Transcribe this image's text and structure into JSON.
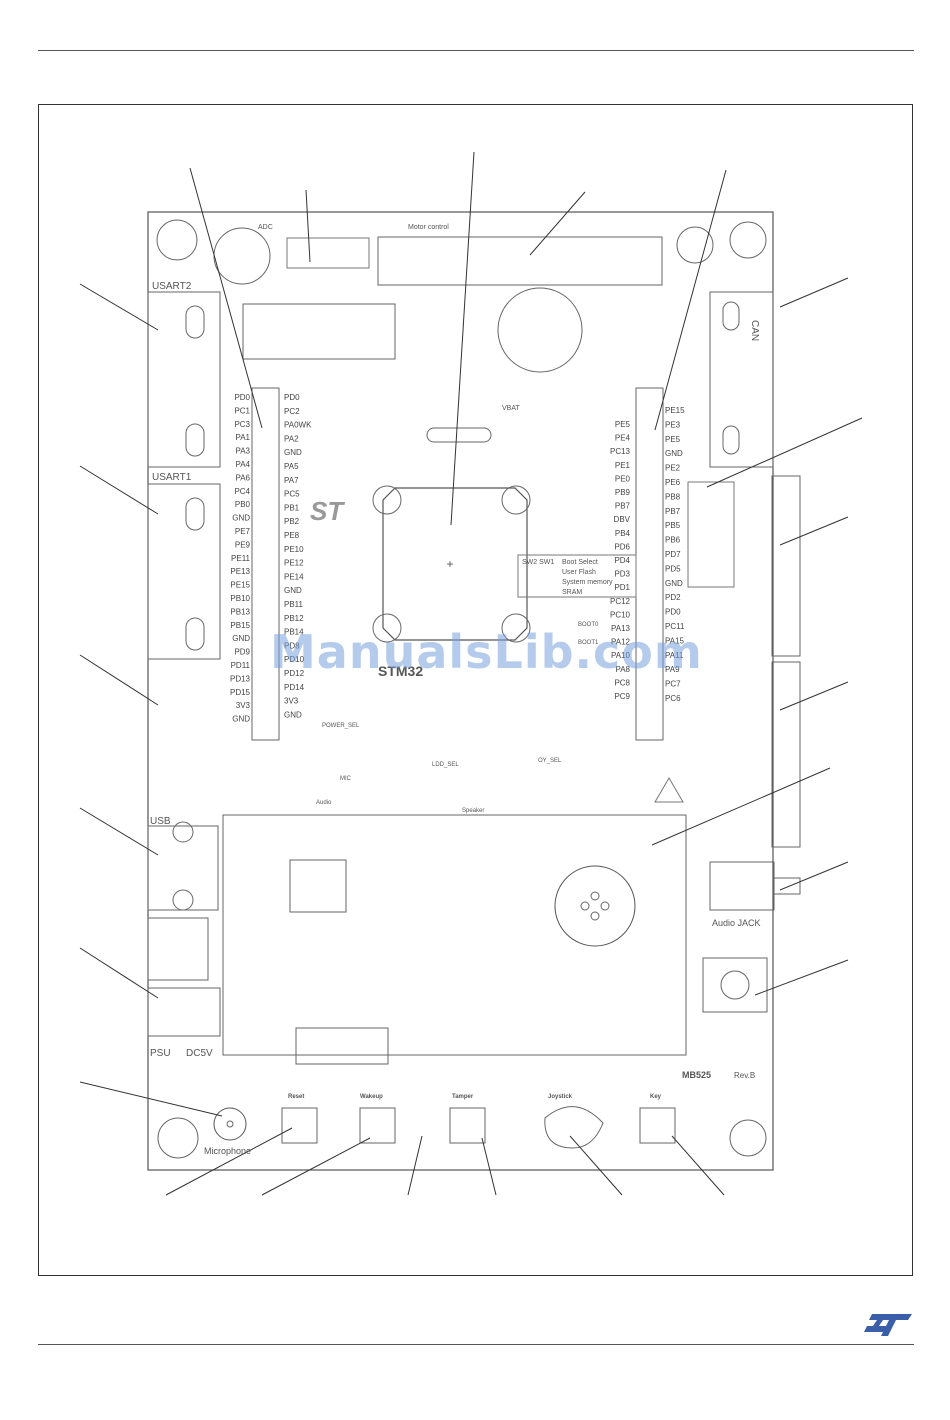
{
  "board": {
    "name": "MB525",
    "revision": "Rev.B",
    "mcu_text": "STM32",
    "labels": {
      "usart2": "USART2",
      "usart1": "USART1",
      "usb": "USB",
      "psu": "PSU",
      "dc5v": "DC5V",
      "can": "CAN",
      "adc": "ADC",
      "motor_control": "Motor control",
      "audio_jack": "Audio JACK",
      "microphone": "Microphone",
      "reset": "Reset",
      "wakeup": "Wakeup",
      "tamper": "Tamper",
      "joystick": "Joystick",
      "key": "Key",
      "vbat": "VBAT",
      "power_sel": "POWER_SEL",
      "speaker": "Speaker",
      "audio": "Audio",
      "mic": "MIC",
      "ldd_sel": "LDD_SEL",
      "oy_sel": "OY_SEL",
      "boot_select": "Boot Select",
      "user_flash": "User Flash",
      "system_memory": "System memory",
      "sram": "SRAM",
      "boot0": "BOOT0",
      "boot1": "BOOT1",
      "sw2_sw1": "SW2 SW1"
    },
    "left_header_pins": [
      "PD0",
      "PC1",
      "PC3",
      "PA1",
      "PA3",
      "PA4",
      "PA6",
      "PC4",
      "PB0",
      "GND",
      "PE7",
      "PE9",
      "PE11",
      "PE13",
      "PE15",
      "PB10",
      "PB13",
      "PB15",
      "GND",
      "PD9",
      "PD11",
      "PD13",
      "PD15",
      "3V3",
      "GND"
    ],
    "left_inner_pins": [
      "PD0",
      "PC2",
      "PA0WK",
      "PA2",
      "GND",
      "PA5",
      "PA7",
      "PC5",
      "PB1",
      "PB2",
      "PE8",
      "PE10",
      "PE12",
      "PE14",
      "GND",
      "PB11",
      "PB12",
      "PB14",
      "PD8",
      "PD10",
      "PD12",
      "PD14",
      "3V3",
      "GND"
    ],
    "right_header_pins": [
      "PE15",
      "PE3",
      "PE5",
      "GND",
      "PE2",
      "PE6",
      "PB8",
      "PB7",
      "PB5",
      "PB6",
      "PD7",
      "PD5",
      "GND",
      "PD2",
      "PD0",
      "PC11",
      "PA15",
      "PA11",
      "PA9",
      "PC7",
      "PC6"
    ],
    "right_inner_pins": [
      "PE5",
      "PE4",
      "PC13",
      "PE1",
      "PE0",
      "PB9",
      "PB7",
      "DBV",
      "PB4",
      "PD6",
      "PD4",
      "PD3",
      "PD1",
      "PC12",
      "PC10",
      "PA13",
      "PA12",
      "PA10",
      "PA8",
      "PC8",
      "PC9"
    ]
  },
  "watermark": "ManualsLib.com",
  "logo": "ST"
}
